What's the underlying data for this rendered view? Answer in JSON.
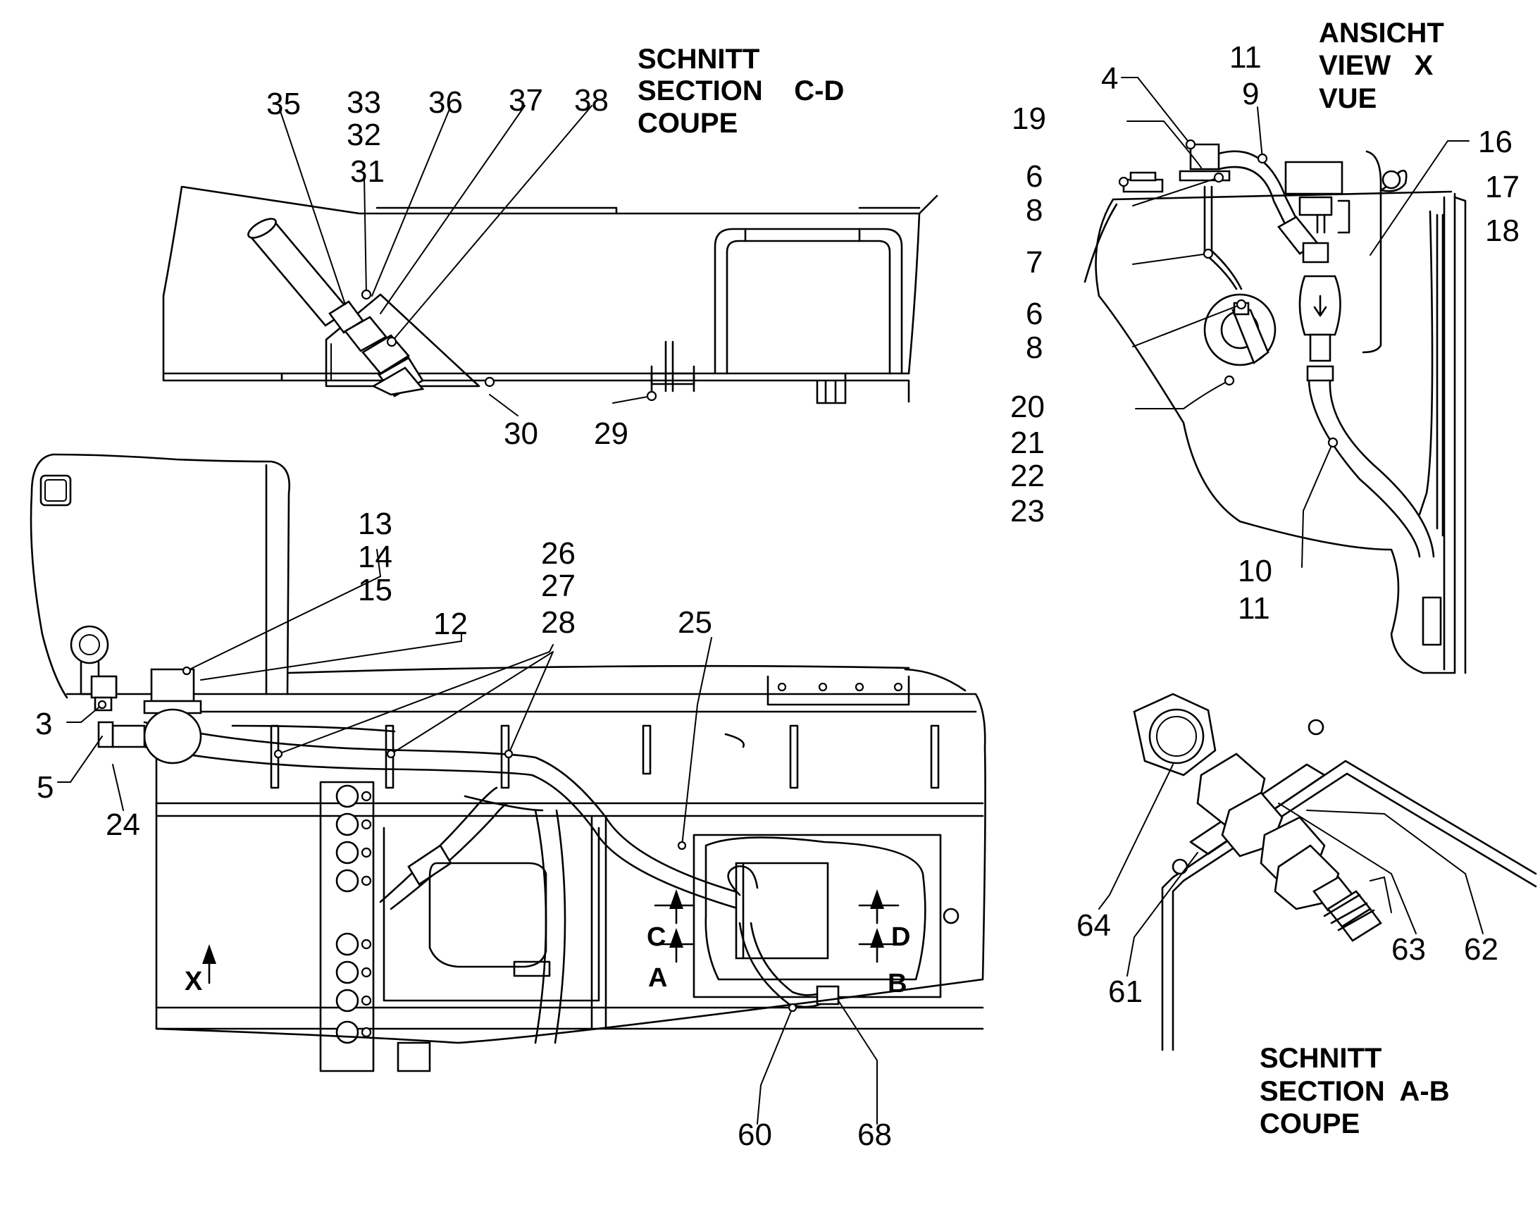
{
  "titles": {
    "cd": [
      "SCHNITT",
      "SECTION    C-D",
      "COUPE"
    ],
    "x": [
      "ANSICHT",
      "VIEW   X",
      "VUE"
    ],
    "ab": [
      "SCHNITT",
      "SECTION  A-B",
      "COUPE"
    ]
  },
  "section_markers": {
    "c": "C",
    "d": "D",
    "a": "A",
    "b": "B",
    "x": "X"
  },
  "callouts": {
    "n35": "35",
    "n33": "33",
    "n32": "32",
    "n31": "31",
    "n36": "36",
    "n37": "37",
    "n38": "38",
    "n30": "30",
    "n29": "29",
    "n4": "4",
    "n11a": "11",
    "n9": "9",
    "n19": "19",
    "n6a": "6",
    "n8a": "8",
    "n7": "7",
    "n6b": "6",
    "n8b": "8",
    "n20": "20",
    "n21": "21",
    "n22": "22",
    "n23": "23",
    "n16": "16",
    "n17": "17",
    "n18": "18",
    "n10": "10",
    "n11b": "11",
    "n13": "13",
    "n14": "14",
    "n15": "15",
    "n12": "12",
    "n26": "26",
    "n27": "27",
    "n28": "28",
    "n25": "25",
    "n3": "3",
    "n5": "5",
    "n24": "24",
    "n60": "60",
    "n68": "68",
    "n64": "64",
    "n61": "61",
    "n63": "63",
    "n62": "62"
  }
}
